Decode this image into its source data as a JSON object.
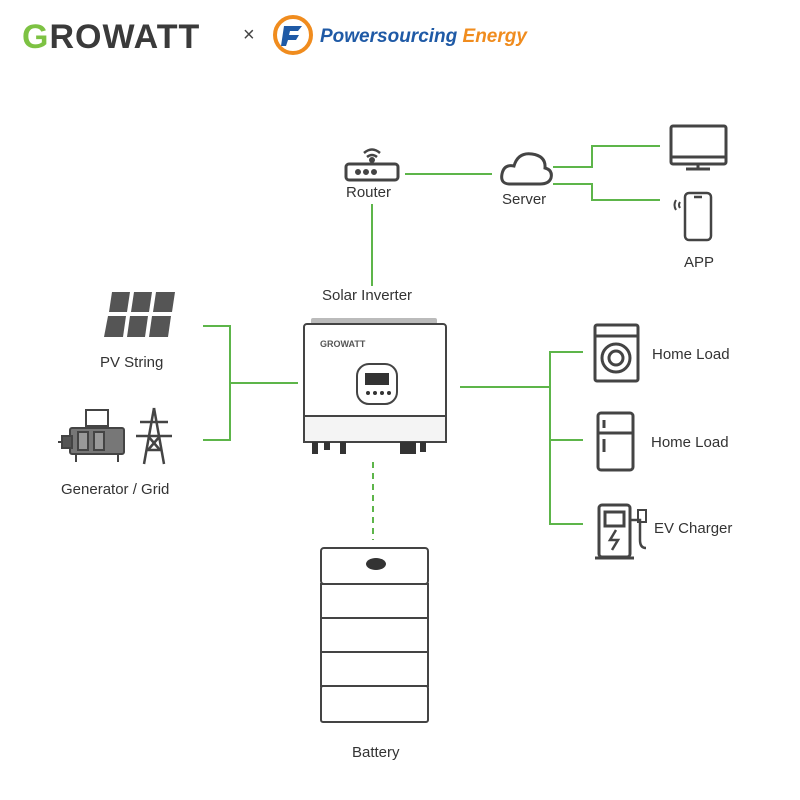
{
  "header": {
    "brand_growatt": "ROWATT",
    "brand_growatt_initial": "G",
    "separator": "×",
    "partner_name": "Powersourcing",
    "partner_name_accent": "Energy"
  },
  "nodes": {
    "router": "Router",
    "server": "Server",
    "app": "APP",
    "solar_inverter": "Solar Inverter",
    "pv_string": "PV String",
    "generator_grid": "Generator / Grid",
    "home_load_1": "Home Load",
    "home_load_2": "Home Load",
    "ev_charger": "EV Charger",
    "battery": "Battery"
  },
  "inverter_brand": "GROWATT",
  "colors": {
    "connector_green": "#5db54a",
    "brand_green": "#7dc243",
    "partner_blue": "#1f5aa6",
    "partner_orange": "#f08c1e",
    "icon_dark": "#444444"
  }
}
